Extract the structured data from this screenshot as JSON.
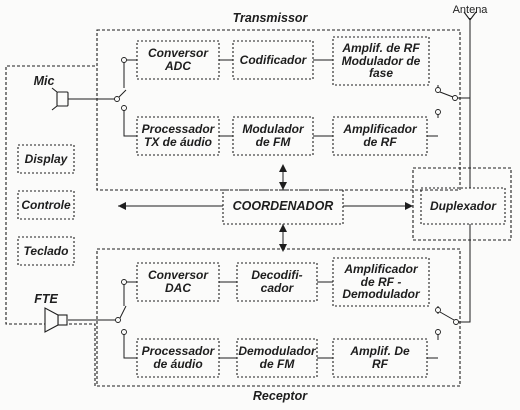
{
  "sections": {
    "transmissor": "Transmissor",
    "receptor": "Receptor"
  },
  "labels": {
    "antena": "Antena",
    "mic": "Mic",
    "fte": "FTE"
  },
  "transmissor": {
    "conversor_adc": "Conversor\nADC",
    "codificador": "Codificador",
    "amplif_rf_modulador": "Amplif. de RF\nModulador de\nfase",
    "processador_tx": "Processador\nTX de áudio",
    "modulador_fm": "Modulador\nde FM",
    "amplificador_rf": "Amplificador\nde RF"
  },
  "centro": {
    "coordenador": "COORDENADOR",
    "duplexador": "Duplexador"
  },
  "painel": {
    "display": "Display",
    "controle": "Controle",
    "teclado": "Teclado"
  },
  "receptor": {
    "conversor_dac": "Conversor\nDAC",
    "decodificador": "Decodifi-\ncador",
    "amplificador_demodulador": "Amplificador\nde RF -\nDemodulador",
    "processador_audio": "Processador\nde áudio",
    "demodulador_fm": "Demodulador\nde FM",
    "amplif_rf": "Amplif. De\nRF"
  },
  "icons": [
    "antenna-icon",
    "microphone-icon",
    "speaker-icon"
  ]
}
